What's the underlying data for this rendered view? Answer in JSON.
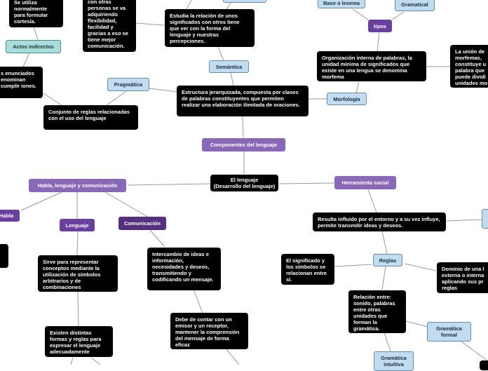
{
  "central": {
    "line1": "El lenguaje",
    "line2": "(Desarrollo del lenguaje)"
  },
  "topics": {
    "componentes": "Componentes del lenguaje",
    "habla_lenguaje": "Habla, lenguaje y comunicación",
    "herramienta": "Herramienta social",
    "habla": "Habla",
    "lenguaje": "Lenguaje",
    "comunicacion": "Comunicación",
    "tipos": "tipos"
  },
  "labels": {
    "semantica": "Semántica",
    "pragmatica": "Pragmática",
    "morfologia": "Morfología",
    "actos": "Actos indirectos",
    "base_lexema": "Base o lexema",
    "gramatical": "Gramatical",
    "reglas": "Reglas",
    "gramatica_formal": "Gramática formal",
    "gramatica_intuitiva": "Gramática intuitiva"
  },
  "texts": {
    "se_utiliza": "Se utiliza normalmente para formular cortesía.",
    "personas": "con otras personas se va adquiriendo flexibilidad, facilidad y gracias a eso se tiene mejor comunicación.",
    "estudia": "Estudia la relación de unos significados con otros tiene que ver con la forma del lenguaje y nuestras percepciones.",
    "enunciados": "s enunciados enominan cumplir iones.",
    "estructura": "Estructura jerarquizada, compuesta por clases de palabras constituyentes que permiten realizar una elaboración ilimitada de oraciones.",
    "conjunto": "Conjunto de reglas relacionadas con el uso del lenguaje",
    "organizacion": "Organización interna de palabras, la unidad mínima de significados que existe en una lengua se denomina morfema",
    "union": "La unión de morfemas, constituye u palabra que puede dividi unidades mo",
    "resulta": "Resulta influido por el entorno y a su vez influye, permite transmitir ideas y deseos.",
    "sirve": "Sirve para representar conceptos mediante la utilización de símbolos arbitrarios y de combinaciones",
    "intercambio": "Intercambio de ideas e información, necesidades y deseos, transmitiendo y codificando un mensaje.",
    "significado": "El significado y los símbolos se relacionan entre sí.",
    "dominio": "Dominio de una l externa o interna aplicando sus pr reglas",
    "relacion": "Relación entre: sonido, palabras entre otras unidades que forman la gramática.",
    "debe": "Debe de contar con un emisor y un receptor, mantener la comprensión del mensaje de forma eficaz",
    "existen": "Existen distintas formas y reglas para expresar el lenguaje adecuadamente"
  },
  "colors": {
    "black_node": "#000000",
    "purple_topic": "#6a3fa0",
    "light_blue_label": "#bfdcf0",
    "teal_label": "#a9dcdb",
    "connector": "#9a9a9a"
  }
}
